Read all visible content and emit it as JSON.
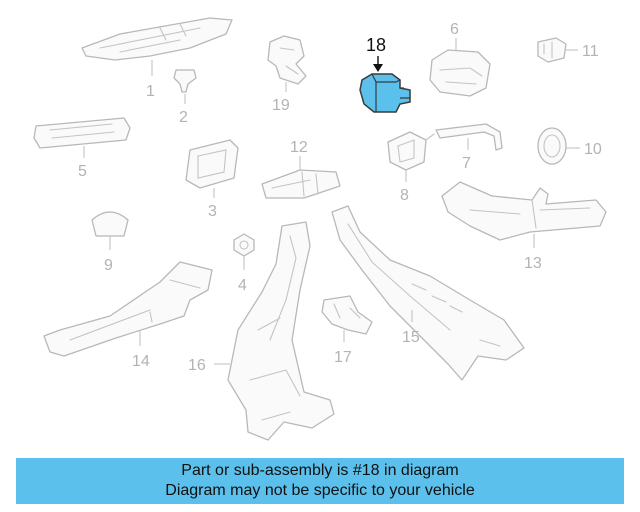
{
  "diagram": {
    "highlighted_part": "18",
    "highlight_color": "#5bc0eb",
    "callouts": [
      "1",
      "2",
      "3",
      "4",
      "5",
      "6",
      "7",
      "8",
      "9",
      "10",
      "11",
      "12",
      "13",
      "14",
      "15",
      "16",
      "17",
      "18",
      "19"
    ]
  },
  "banner": {
    "line1": "Part or sub-assembly is #18 in diagram",
    "line2": "Diagram may not be specific to your vehicle",
    "background": "#5bc0eb"
  }
}
